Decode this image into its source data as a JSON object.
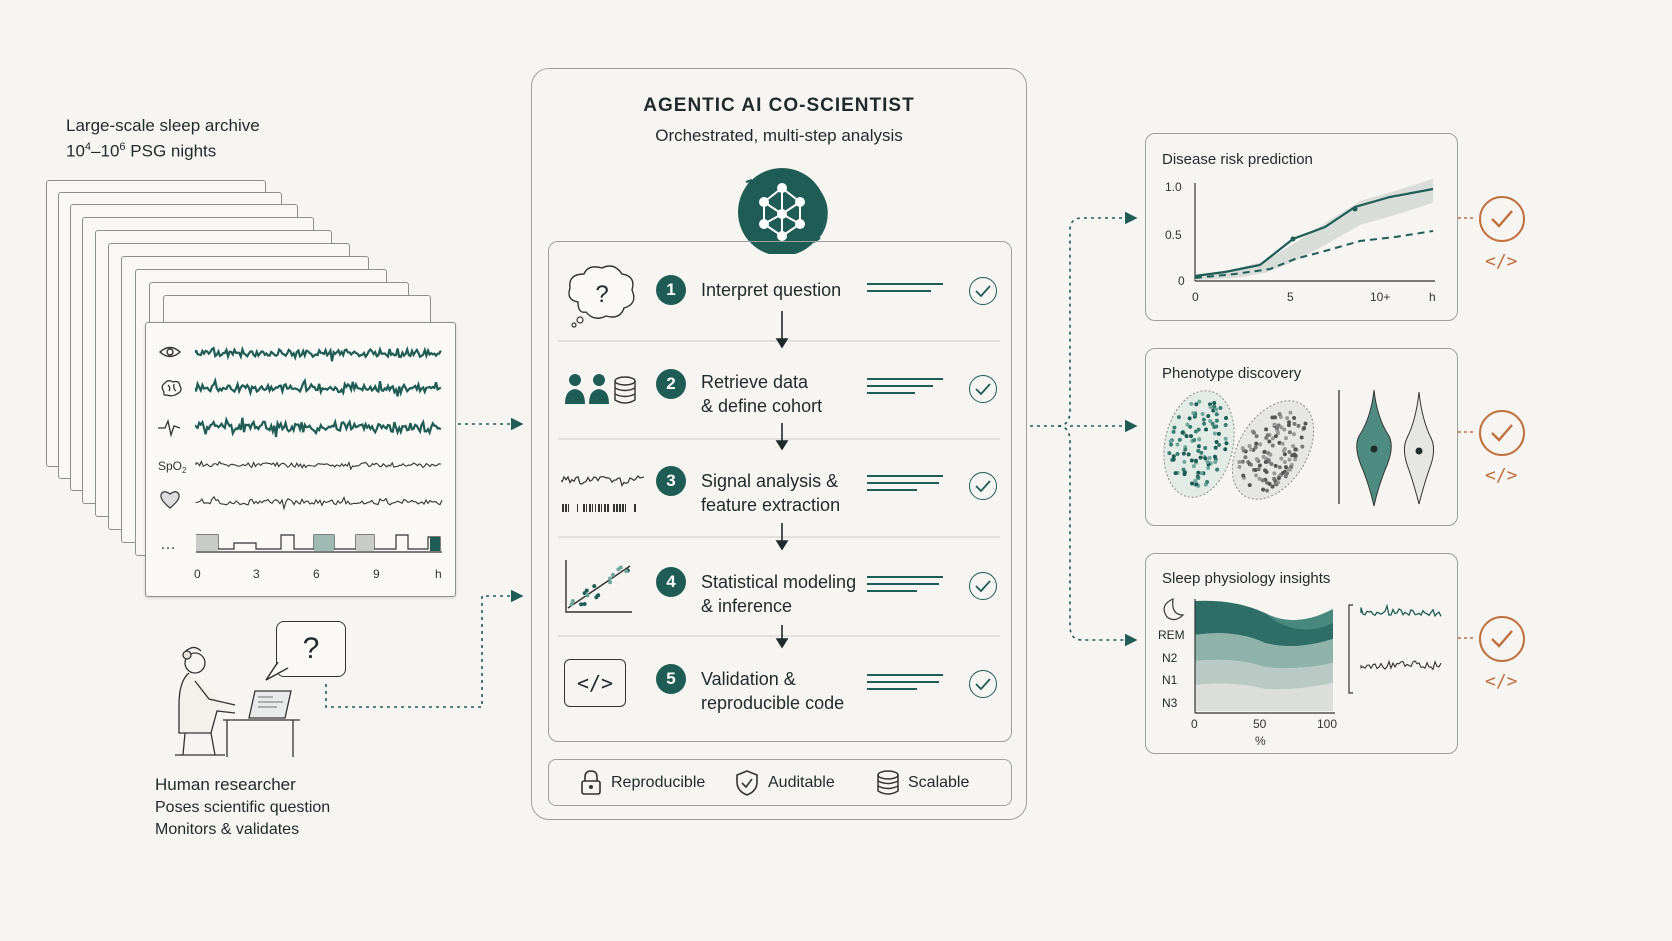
{
  "archive": {
    "title": "Large-scale sleep archive",
    "subtitle_base1": "10",
    "subtitle_exp1": "4",
    "subtitle_mid": "–10",
    "subtitle_exp2": "6",
    "subtitle_tail": " PSG nights",
    "spo2_label": "SpO",
    "spo2_sub": "2",
    "more_label": "…",
    "axis_ticks": [
      "0",
      "3",
      "6",
      "9",
      "h"
    ]
  },
  "researcher": {
    "name": "Human researcher",
    "line1": "Poses scientific question",
    "line2": "Monitors & validates",
    "bubble": "?"
  },
  "coscientist": {
    "title": "AGENTIC AI CO-SCIENTIST",
    "subtitle": "Orchestrated, multi-step analysis",
    "steps": [
      {
        "num": "1",
        "line1": "Interpret question",
        "line2": ""
      },
      {
        "num": "2",
        "line1": "Retrieve data",
        "line2": "& define cohort"
      },
      {
        "num": "3",
        "line1": "Signal analysis &",
        "line2": "feature extraction"
      },
      {
        "num": "4",
        "line1": "Statistical modeling",
        "line2": "& inference"
      },
      {
        "num": "5",
        "line1": "Validation &",
        "line2": "reproducible code"
      }
    ],
    "thought_bubble": "?",
    "code_icon": "</>",
    "features": [
      {
        "icon": "lock-icon",
        "label": "Reproducible"
      },
      {
        "icon": "shield-check-icon",
        "label": "Auditable"
      },
      {
        "icon": "database-icon",
        "label": "Scalable"
      }
    ]
  },
  "outputs": {
    "risk": {
      "title": "Disease risk prediction",
      "yticks": [
        "1.0",
        "0.5",
        "0"
      ],
      "xticks": [
        "0",
        "5",
        "10+",
        "h"
      ]
    },
    "phenotype": {
      "title": "Phenotype discovery"
    },
    "physiology": {
      "title": "Sleep physiology insights",
      "stages": [
        "REM",
        "N2",
        "N1",
        "N3"
      ],
      "xticks": [
        "0",
        "50",
        "100"
      ],
      "xunit": "%"
    },
    "code_tag": "</>"
  },
  "colors": {
    "accent": "#1f5c56",
    "accent_light": "#6fa79c",
    "output_check": "#c0703e",
    "background": "#f7f5f1"
  }
}
